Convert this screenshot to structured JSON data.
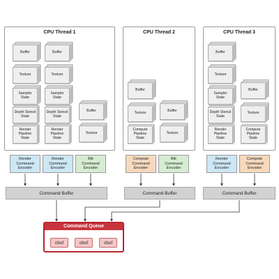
{
  "threads": [
    {
      "title": "CPU Thread 1"
    },
    {
      "title": "CPU Thread 2"
    },
    {
      "title": "CPU Thread 3"
    }
  ],
  "states": {
    "buffer": "Buffer",
    "texture": "Texture",
    "sampler": "Sampler\nState",
    "depth_stencil": "Depth Stencil\nState",
    "render_pipeline": "Render\nPipeline\nState",
    "compute_pipeline": "Compute\nPipeline\nState"
  },
  "encoders": {
    "render": "Render\nCommand\nEncoder",
    "blit": "Blit\nCommand\nEncoder",
    "compute": "Compute\nCommand\nEncoder"
  },
  "command_buffer": "Command Buffer",
  "command_queue": {
    "title": "Command Queue",
    "items": [
      "cbuf",
      "cbuf",
      "cbuf"
    ]
  },
  "colors": {
    "render_encoder": "#cde7f4",
    "blit_encoder": "#d6ecd2",
    "compute_encoder": "#f6d9bd",
    "command_buffer": "#d2d2d2",
    "queue_accent": "#c9353d"
  }
}
